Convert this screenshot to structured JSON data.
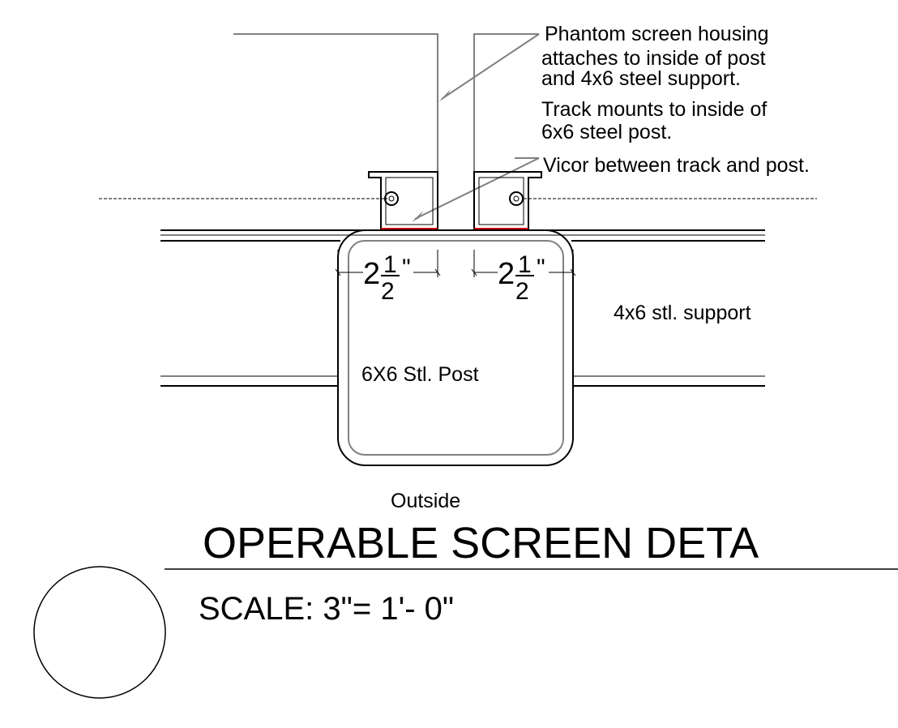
{
  "notes": {
    "housing_line1": "Phantom screen housing",
    "housing_line2": "attaches to inside of post",
    "housing_line3": "and 4x6 steel support.",
    "track_line1": "Track mounts to inside of",
    "track_line2": "6x6 steel post.",
    "vicor": "Vicor between track and post."
  },
  "labels": {
    "support": "4x6 stl. support",
    "post": "6X6 Stl. Post",
    "outside": "Outside"
  },
  "dimensions": {
    "left": {
      "whole": "2",
      "numerator": "1",
      "denominator": "2",
      "unit": "\""
    },
    "right": {
      "whole": "2",
      "numerator": "1",
      "denominator": "2",
      "unit": "\""
    }
  },
  "title_block": {
    "title": "OPERABLE SCREEN DETA",
    "scale": "SCALE: 3\"= 1'- 0\""
  },
  "colors": {
    "vicor_strip": "#cc0000",
    "linework": "#000000",
    "leader": "#808080"
  }
}
